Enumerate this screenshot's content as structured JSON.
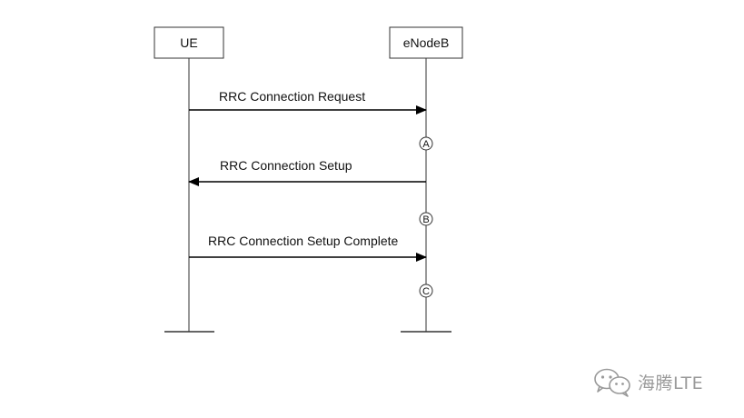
{
  "entities": [
    {
      "id": "ue",
      "label": "UE"
    },
    {
      "id": "enb",
      "label": "eNodeB"
    }
  ],
  "messages": [
    {
      "label": "RRC Connection Request",
      "from": "ue",
      "to": "enb"
    },
    {
      "label": "RRC Connection Setup",
      "from": "enb",
      "to": "ue"
    },
    {
      "label": "RRC Connection Setup Complete",
      "from": "ue",
      "to": "enb"
    }
  ],
  "markers": [
    "A",
    "B",
    "C"
  ],
  "watermark": {
    "icon": "wechat-icon",
    "text": "海腾LTE"
  }
}
